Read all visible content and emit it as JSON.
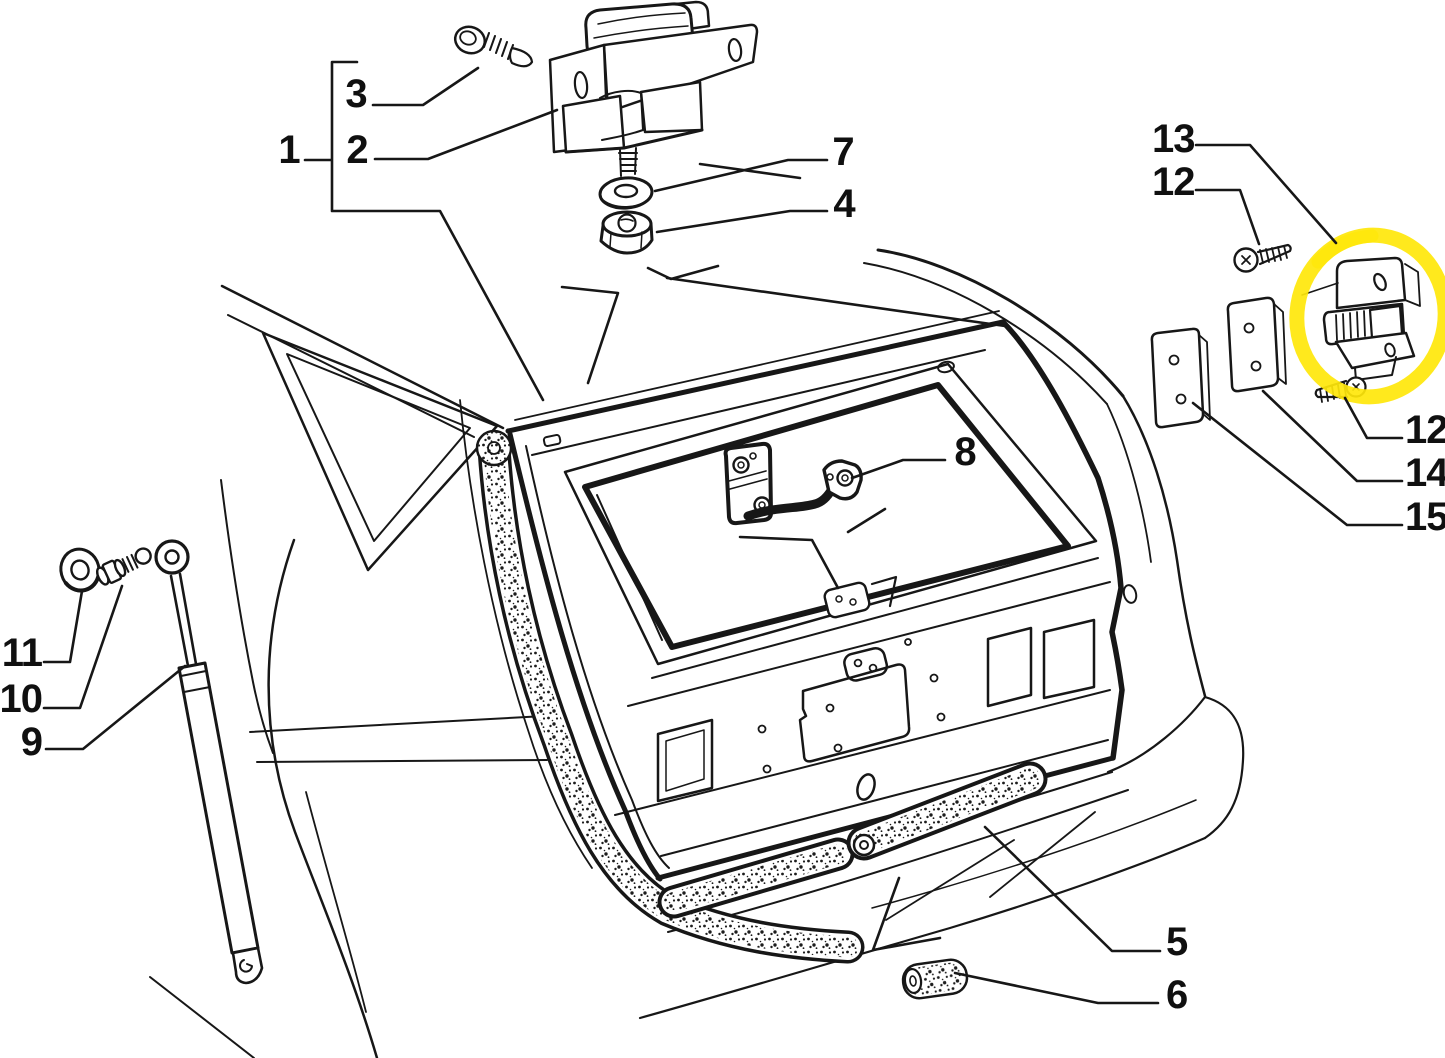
{
  "diagram": {
    "type": "exploded-parts-line-drawing",
    "subject": "station wagon tailgate / hatch assembly rear 3-quarter view",
    "background_color": "#ffffff",
    "line_color": "#171717",
    "highlight_circle_color": "#ffe70a",
    "callouts": [
      {
        "text": "1",
        "part": "lock-assembly-group"
      },
      {
        "text": "2",
        "part": "lock-bracket"
      },
      {
        "text": "3",
        "part": "screw"
      },
      {
        "text": "7",
        "part": "washer"
      },
      {
        "text": "4",
        "part": "flanged-nut"
      },
      {
        "text": "8",
        "part": "grip-handle-bracket"
      },
      {
        "text": "13",
        "part": "latch-striker"
      },
      {
        "text": "12",
        "part": "screw-upper"
      },
      {
        "text": "12",
        "part": "screw-lower"
      },
      {
        "text": "14",
        "part": "shim-plate-thick"
      },
      {
        "text": "15",
        "part": "shim-plate-thin"
      },
      {
        "text": "11",
        "part": "grommet-washer"
      },
      {
        "text": "10",
        "part": "ball-stud"
      },
      {
        "text": "9",
        "part": "gas-strut"
      },
      {
        "text": "5",
        "part": "seal-strips"
      },
      {
        "text": "6",
        "part": "foam-pad"
      }
    ]
  }
}
